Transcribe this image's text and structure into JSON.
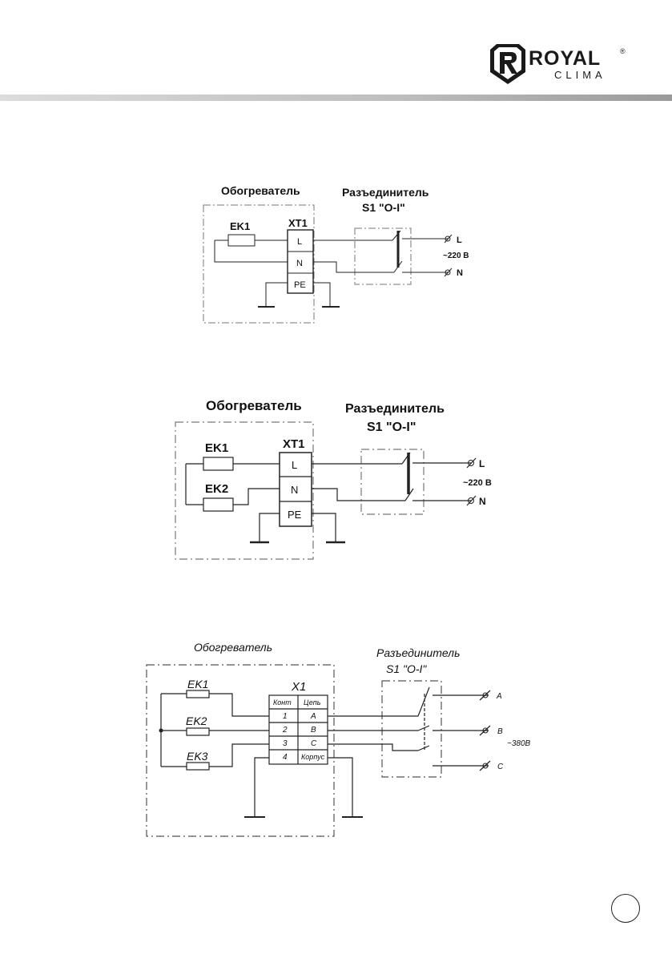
{
  "logo": {
    "brand": "ROYAL",
    "sub": "CLIMA",
    "registered": "®",
    "icon": "royal-clima-logo"
  },
  "diagram1": {
    "heater_label": "Обогреватель",
    "disconnector_label": "Разъединитель",
    "switch_label": "S1 \"O-I\"",
    "terminal_block": "XT1",
    "heaters": [
      "EK1"
    ],
    "terminals": [
      "L",
      "N",
      "PE"
    ],
    "lines": [
      "L",
      "N"
    ],
    "voltage": "~220 В"
  },
  "diagram2": {
    "heater_label": "Обогреватель",
    "disconnector_label": "Разъединитель",
    "switch_label": "S1 \"O-I\"",
    "terminal_block": "XT1",
    "heaters": [
      "EK1",
      "EK2"
    ],
    "terminals": [
      "L",
      "N",
      "PE"
    ],
    "lines": [
      "L",
      "N"
    ],
    "voltage": "~220 В"
  },
  "diagram3": {
    "heater_label": "Обогреватель",
    "disconnector_label": "Разъединитель",
    "switch_label": "S1 \"O-I\"",
    "terminal_block": "X1",
    "heaters": [
      "EK1",
      "EK2",
      "EK3"
    ],
    "table_headers": [
      "Конт",
      "Цепь"
    ],
    "table_rows": [
      [
        "1",
        "A"
      ],
      [
        "2",
        "B"
      ],
      [
        "3",
        "C"
      ],
      [
        "4",
        "Корпус"
      ]
    ],
    "lines": [
      "A",
      "B",
      "C"
    ],
    "voltage": "~380В"
  },
  "page_number": ""
}
